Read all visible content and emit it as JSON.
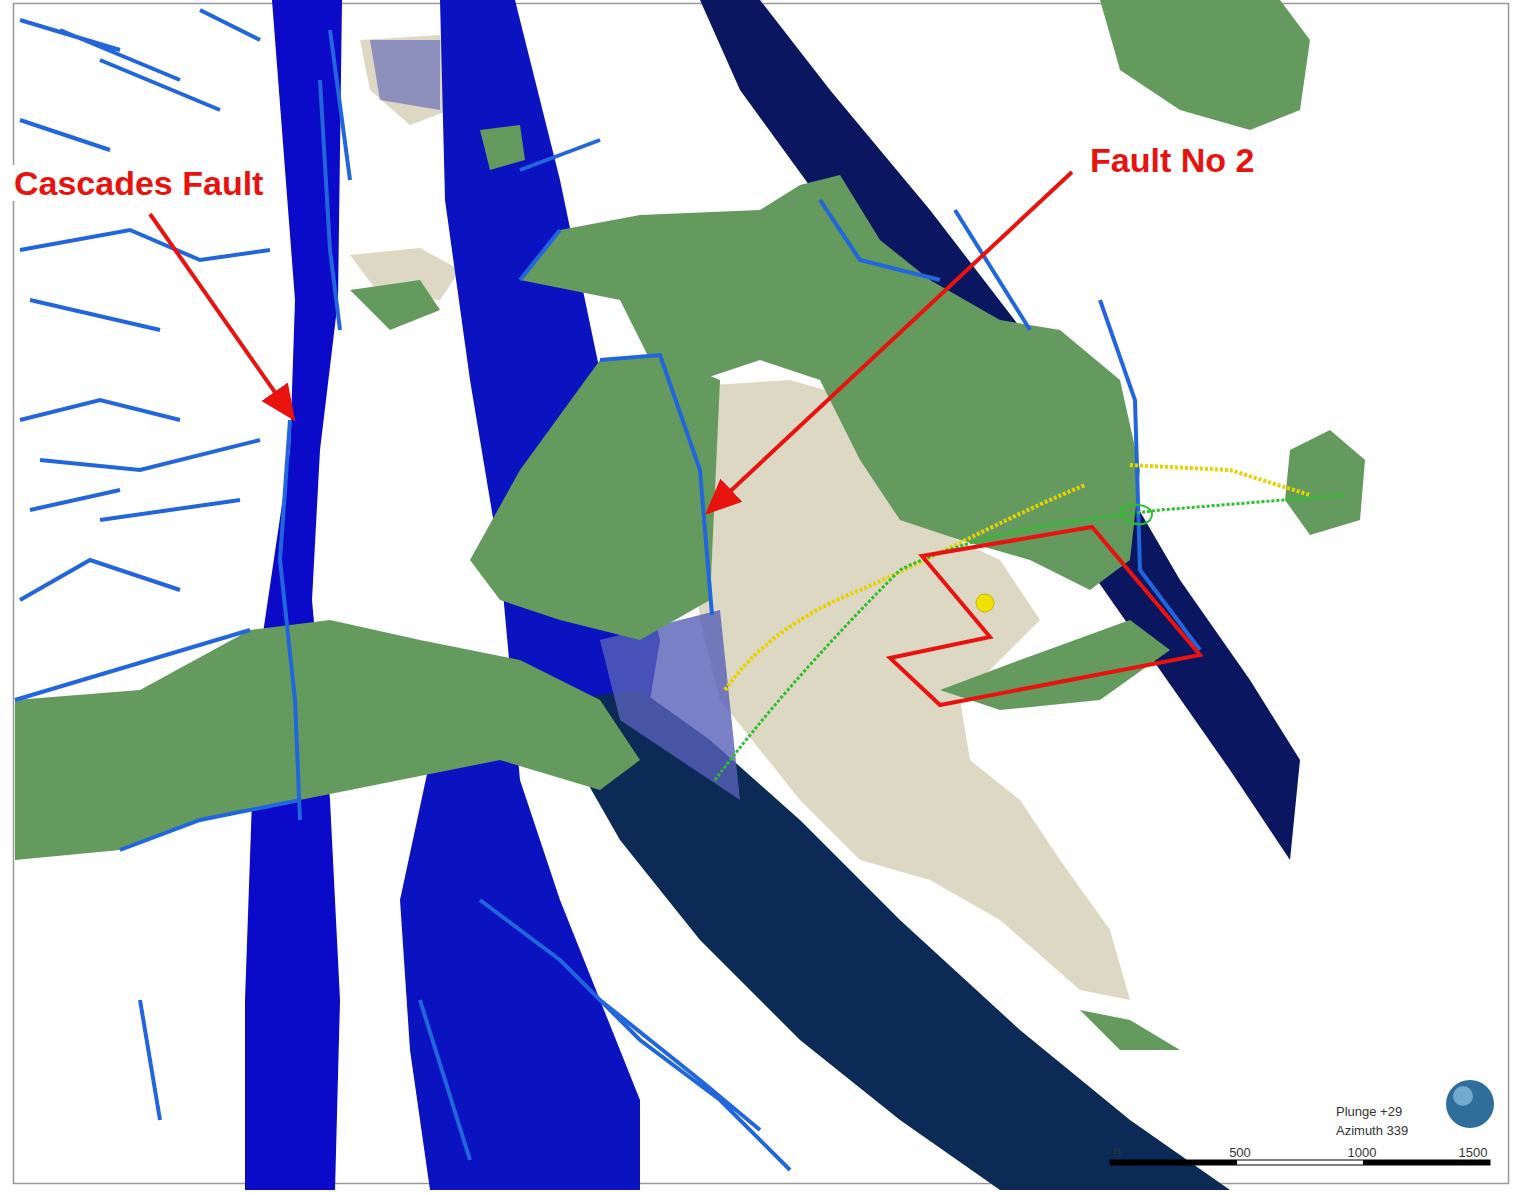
{
  "diagram": {
    "labels": [
      "Cascades Fault",
      "Fault No 2",
      "Plunge +29",
      "Azimuth 339",
      "0",
      "500",
      "1000",
      "1500"
    ]
  }
}
